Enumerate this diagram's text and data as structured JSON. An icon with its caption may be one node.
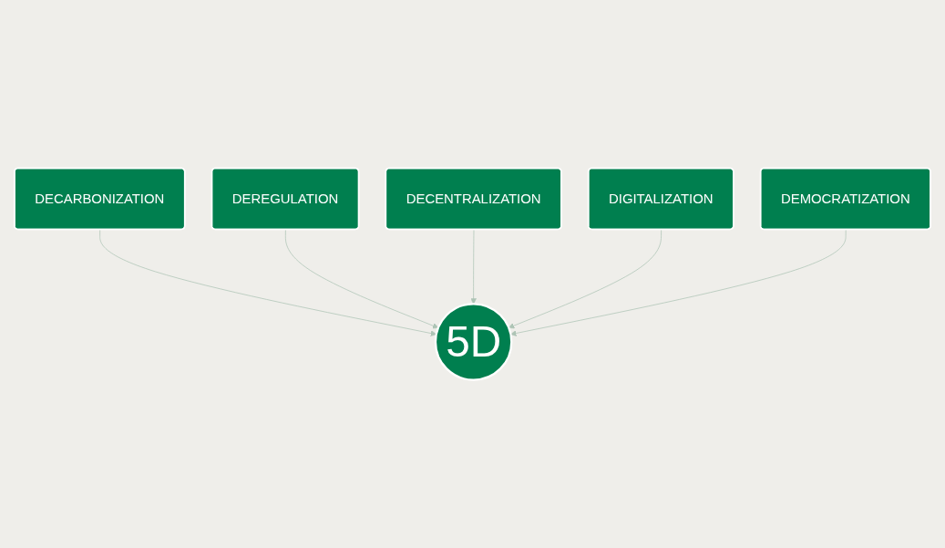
{
  "diagram": {
    "nodes": [
      {
        "text": [
          "DECARBONIZATION"
        ]
      },
      {
        "text": [
          "DEREGULATION"
        ]
      },
      {
        "text": [
          "DECENTRALIZATION"
        ]
      },
      {
        "text": [
          "DIGITALIZATION"
        ]
      },
      {
        "text": [
          "5D"
        ]
      },
      {
        "text": [
          "DEMOCRATIZATION"
        ]
      }
    ],
    "edges": [
      {
        "from": 0,
        "to": 4,
        "arrow": "to"
      },
      {
        "from": 1,
        "to": 4,
        "arrow": "to"
      },
      {
        "from": 2,
        "to": 4,
        "arrow": "to"
      },
      {
        "from": 3,
        "to": 4,
        "arrow": "to"
      },
      {
        "from": 5,
        "to": 4,
        "arrow": "to"
      }
    ]
  }
}
